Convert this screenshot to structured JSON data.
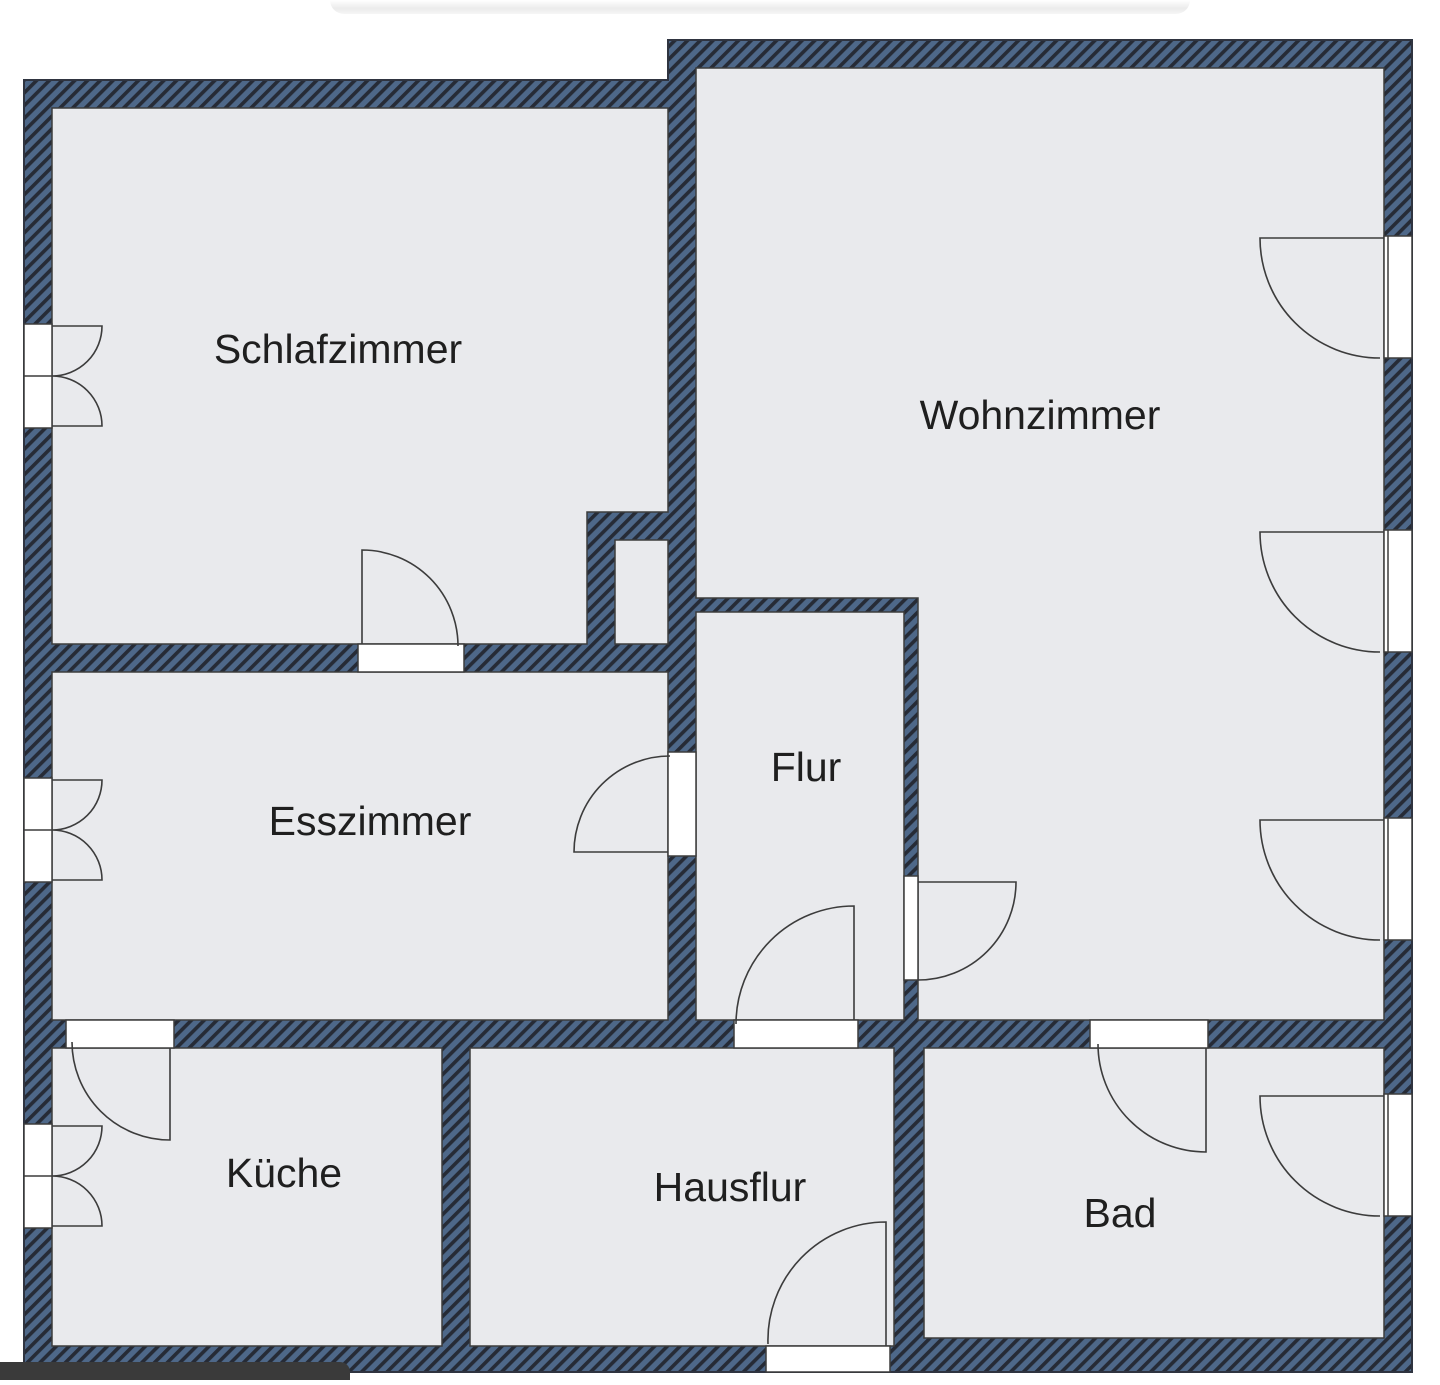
{
  "floor_plan": {
    "rooms": [
      {
        "id": "schlafzimmer",
        "label": "Schlafzimmer"
      },
      {
        "id": "wohnzimmer",
        "label": "Wohnzimmer"
      },
      {
        "id": "esszimmer",
        "label": "Esszimmer"
      },
      {
        "id": "flur",
        "label": "Flur"
      },
      {
        "id": "kueche",
        "label": "Küche"
      },
      {
        "id": "hausflur",
        "label": "Hausflur"
      },
      {
        "id": "bad",
        "label": "Bad"
      }
    ],
    "colors": {
      "wall_fill": "#4e6889",
      "wall_hatch": "#2a2f3a",
      "room_fill": "#e9eaed",
      "outline": "#3c3c3c",
      "opening": "#ffffff"
    }
  }
}
